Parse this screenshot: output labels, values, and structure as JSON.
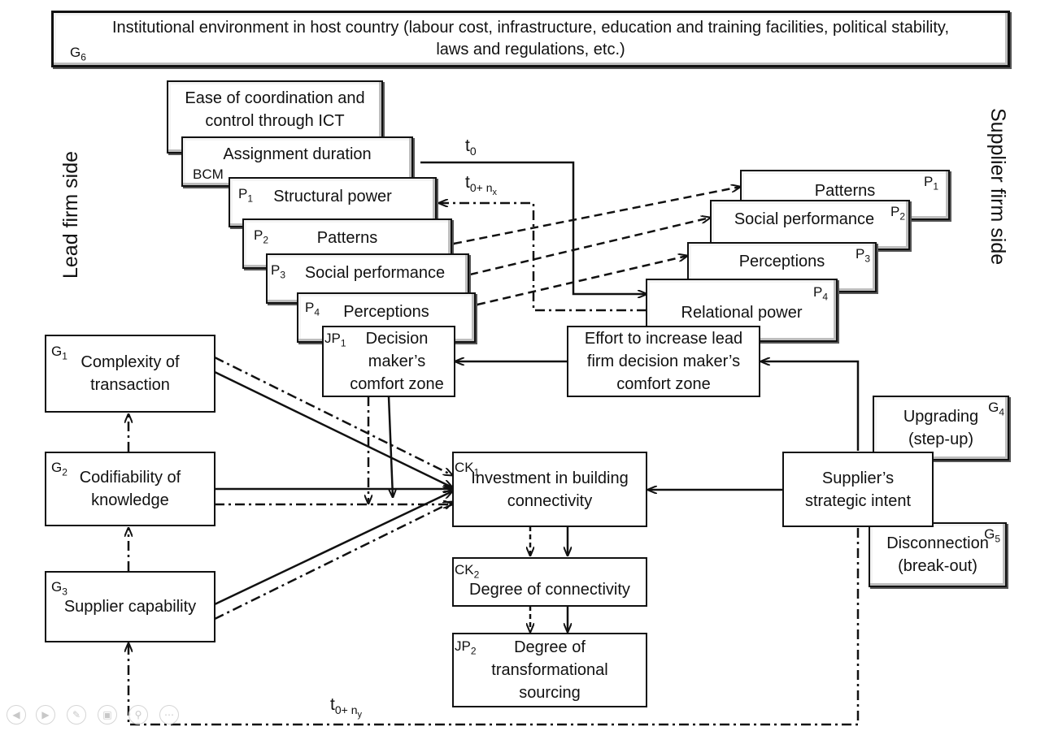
{
  "g6": {
    "id": "G",
    "id_sub": "6",
    "text": "Institutional environment in host country (labour cost, infrastructure, education and training facilities, political stability,\nlaws and regulations, etc.)"
  },
  "side_labels": {
    "left": "Lead firm side",
    "right": "Supplier firm side"
  },
  "time_labels": {
    "t0": "t",
    "t0_sub": "0",
    "t0nx": "t",
    "t0nx_sub": "0+ n",
    "t0nx_subsub": "x",
    "t0ny": "t",
    "t0ny_sub": "0+ n",
    "t0ny_subsub": "y"
  },
  "bcm": {
    "label": "BCM",
    "ease": "Ease of coordination and\ncontrol through ICT",
    "duration": "Assignment duration",
    "p1": {
      "id": "P",
      "id_sub": "1",
      "text": "Structural power"
    },
    "p2": {
      "id": "P",
      "id_sub": "2",
      "text": "Patterns"
    },
    "p3": {
      "id": "P",
      "id_sub": "3",
      "text": "Social performance"
    },
    "p4": {
      "id": "P",
      "id_sub": "4",
      "text": "Perceptions"
    }
  },
  "supplier_stack": {
    "p1": {
      "id": "P",
      "id_sub": "1",
      "text": "Patterns"
    },
    "p2": {
      "id": "P",
      "id_sub": "2",
      "text": "Social performance"
    },
    "p3": {
      "id": "P",
      "id_sub": "3",
      "text": "Perceptions"
    },
    "p4": {
      "id": "P",
      "id_sub": "4",
      "text": "Relational power"
    }
  },
  "jp1": {
    "id": "JP",
    "id_sub": "1",
    "text": "Decision\nmaker’s\ncomfort zone"
  },
  "effort": {
    "text": "Effort to increase lead\nfirm decision maker’s\ncomfort zone"
  },
  "g1": {
    "id": "G",
    "id_sub": "1",
    "text": "Complexity of\ntransaction"
  },
  "g2": {
    "id": "G",
    "id_sub": "2",
    "text": "Codifiability of\nknowledge"
  },
  "g3": {
    "id": "G",
    "id_sub": "3",
    "text": "Supplier capability"
  },
  "g4": {
    "id": "G",
    "id_sub": "4",
    "text": "Upgrading\n(step-up)"
  },
  "g5": {
    "id": "G",
    "id_sub": "5",
    "text": "Disconnection\n(break-out)"
  },
  "intent": {
    "text": "Supplier’s\nstrategic intent"
  },
  "ck1": {
    "id": "CK",
    "id_sub": "1",
    "text": "Investment in building\nconnectivity"
  },
  "ck2": {
    "id": "CK",
    "id_sub": "2",
    "text": "Degree of connectivity"
  },
  "jp2": {
    "id": "JP",
    "id_sub": "2",
    "text": "Degree of\ntransformational\nsourcing"
  },
  "controls": [
    "back-icon",
    "forward-icon",
    "pen-icon",
    "slides-icon",
    "zoom-icon",
    "more-icon"
  ]
}
